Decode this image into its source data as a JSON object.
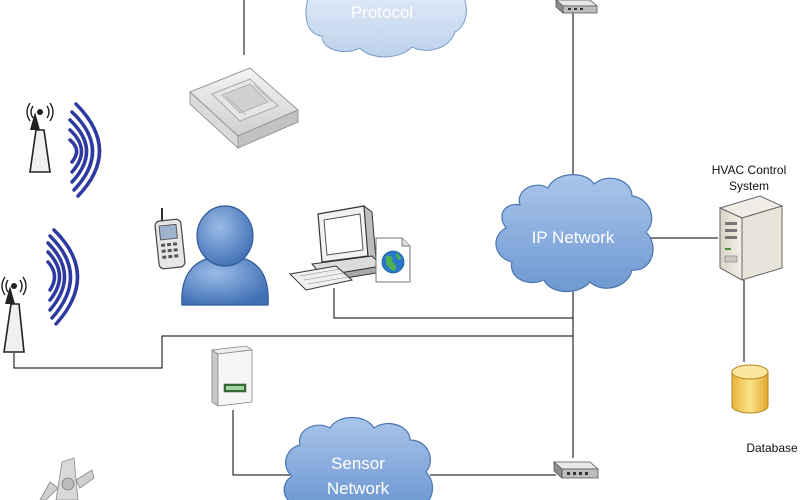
{
  "diagram": {
    "clouds": {
      "protocol": {
        "lines": [
          "Protocol"
        ]
      },
      "ip_network": {
        "lines": [
          "IP Network"
        ]
      },
      "sensor_network": {
        "lines": [
          "Sensor",
          "Network"
        ]
      }
    },
    "labels": {
      "hvac_line1": "HVAC Control",
      "hvac_line2": "System",
      "database": "Database"
    },
    "colors": {
      "cloud_fill": "#7ea6dc",
      "cloud_fill_light": "#c5d7ee",
      "cloud_stroke": "#4a76b0",
      "signal": "#2f3aa0",
      "person": "#4f7fc4",
      "line": "#000000",
      "database": "#f2c94c"
    },
    "icons": [
      "antenna-icon",
      "wireless-signal-icon",
      "ceiling-ac-unit-icon",
      "user-icon",
      "mobile-phone-icon",
      "desktop-computer-icon",
      "document-icon",
      "network-switch-icon",
      "server-icon",
      "database-icon",
      "sensor-device-icon",
      "wind-turbine-icon"
    ]
  }
}
